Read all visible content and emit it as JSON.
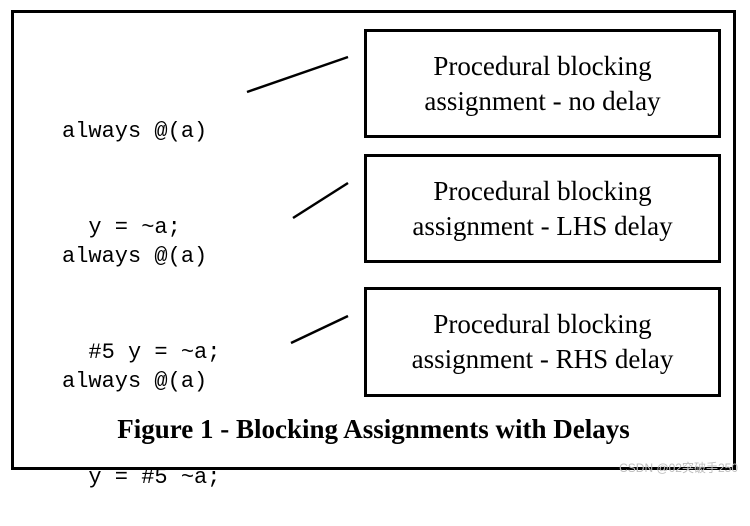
{
  "rows": [
    {
      "code_line1": "always @(a)",
      "code_line2": "  y = ~a;",
      "label_line1": "Procedural blocking",
      "label_line2": "assignment - no delay"
    },
    {
      "code_line1": "always @(a)",
      "code_line2": "  #5 y = ~a;",
      "label_line1": "Procedural blocking",
      "label_line2": "assignment - LHS delay"
    },
    {
      "code_line1": "always @(a)",
      "code_line2": "  y = #5 ~a;",
      "label_line1": "Procedural blocking",
      "label_line2": "assignment - RHS delay"
    }
  ],
  "caption": "Figure 1 - Blocking Assignments with Delays",
  "watermark": "CSDN @02突破手250"
}
